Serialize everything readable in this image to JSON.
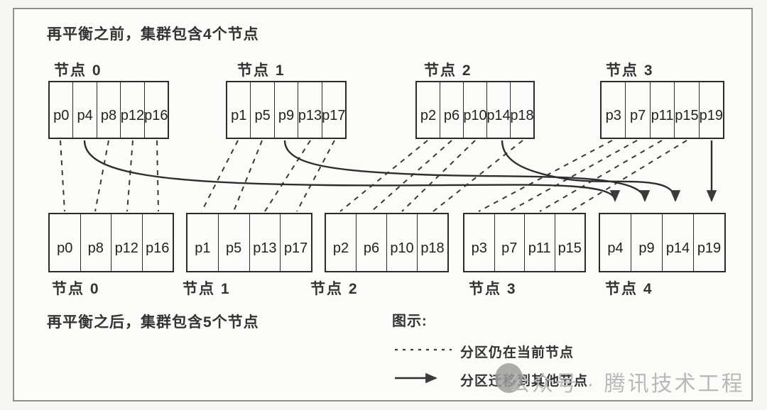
{
  "titles": {
    "before": "再平衡之前，集群包含4个节点",
    "after": "再平衡之后，集群包含5个节点"
  },
  "top_row": {
    "nodes": [
      {
        "label": "节点 0",
        "partitions": [
          "p0",
          "p4",
          "p8",
          "p12",
          "p16"
        ]
      },
      {
        "label": "节点 1",
        "partitions": [
          "p1",
          "p5",
          "p9",
          "p13",
          "p17"
        ]
      },
      {
        "label": "节点 2",
        "partitions": [
          "p2",
          "p6",
          "p10",
          "p14",
          "p18"
        ]
      },
      {
        "label": "节点 3",
        "partitions": [
          "p3",
          "p7",
          "p11",
          "p15",
          "p19"
        ]
      }
    ]
  },
  "bottom_row": {
    "nodes": [
      {
        "label": "节点 0",
        "partitions": [
          "p0",
          "p8",
          "p12",
          "p16"
        ]
      },
      {
        "label": "节点 1",
        "partitions": [
          "p1",
          "p5",
          "p13",
          "p17"
        ]
      },
      {
        "label": "节点 2",
        "partitions": [
          "p2",
          "p6",
          "p10",
          "p18"
        ]
      },
      {
        "label": "节点 3",
        "partitions": [
          "p3",
          "p7",
          "p11",
          "p15"
        ]
      },
      {
        "label": "节点 4",
        "partitions": [
          "p4",
          "p9",
          "p14",
          "p19"
        ]
      }
    ]
  },
  "legend": {
    "title": "图示:",
    "dashed_label": "分区仍在当前节点",
    "arrow_label": "分区迁移到其他节点"
  },
  "watermark": {
    "text": "公众号 · 腾讯技术工程"
  },
  "colors": {
    "line": "#2e2e2e",
    "box_border": "#2b2b2b",
    "frame_border": "#8f8f8f",
    "watermark": "#b9b9b9",
    "background": "#f6f6f4"
  }
}
